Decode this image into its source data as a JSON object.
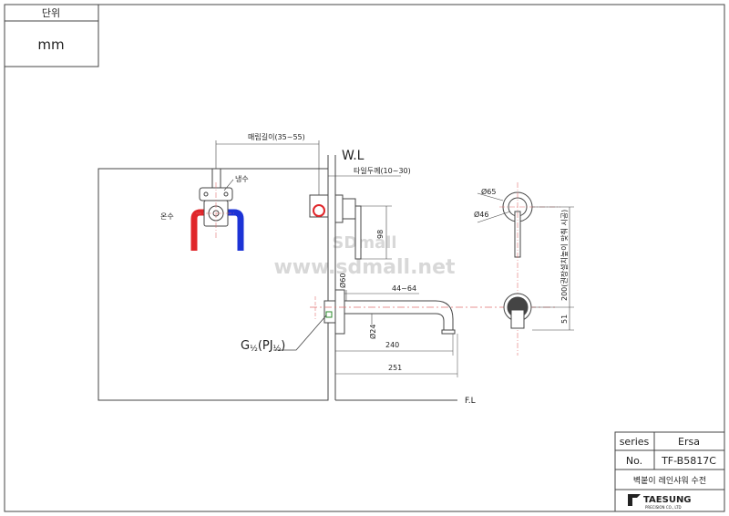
{
  "unit_box": {
    "label": "단위",
    "value": "mm"
  },
  "water_level": "W.L",
  "floor_level": "F.L",
  "embed_depth": "매립길이(35~55)",
  "tile_thickness": "타일두께(10~30)",
  "cold_water": "냉수",
  "hot_water": "온수",
  "dim_98": "98",
  "dim_60": "Ø60",
  "dim_44_64": "44~64",
  "dim_24": "Ø24",
  "dim_240": "240",
  "dim_251": "251",
  "dim_65": "Ø65",
  "dim_46": "Ø46",
  "dim_200": "200(권장설치높이 맞춰 시공)",
  "dim_51": "51",
  "thread_g": "G",
  "thread_frac": "½",
  "thread_pj_open": "(PJ",
  "thread_pj_close": ")",
  "watermark_brand": "SDmall",
  "watermark_url": "www.sdmall.net",
  "title_block": {
    "series_label": "series",
    "series_value": "Ersa",
    "no_label": "No.",
    "no_value": "TF-B5817C",
    "description": "벽붙이 레인샤워 수전",
    "company": "TAESUNG",
    "company_sub": "PRECISION CO., LTD"
  },
  "colors": {
    "hot": "#e0262a",
    "cold": "#1c33d6",
    "centerline": "#e07070"
  }
}
